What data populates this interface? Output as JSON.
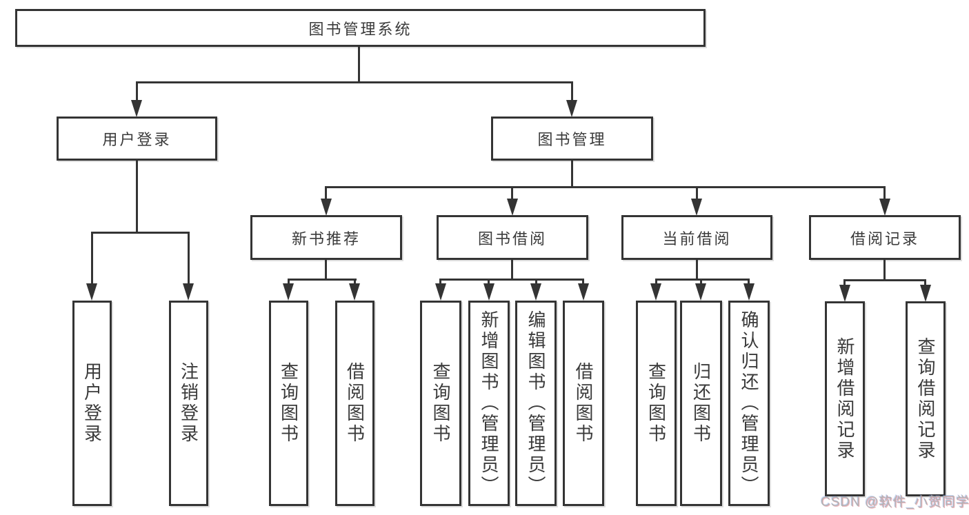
{
  "diagram": {
    "watermark": "CSDN @软件_小贺同学",
    "colors": {
      "stroke": "#343434",
      "text": "#3a3a3a",
      "watermark": "#b3b3b3"
    },
    "nodes": {
      "root": {
        "id": "library-management-system",
        "label": "图书管理系统"
      },
      "level2": [
        {
          "id": "user-login",
          "label": "用户登录",
          "parent": "library-management-system"
        },
        {
          "id": "book-management",
          "label": "图书管理",
          "parent": "library-management-system"
        }
      ],
      "level3": [
        {
          "id": "new-book-recommendation",
          "label": "新书推荐",
          "parent": "book-management"
        },
        {
          "id": "book-borrowing",
          "label": "图书借阅",
          "parent": "book-management"
        },
        {
          "id": "current-borrowing",
          "label": "当前借阅",
          "parent": "book-management"
        },
        {
          "id": "borrowing-records",
          "label": "借阅记录",
          "parent": "book-management"
        }
      ],
      "leaves": [
        {
          "id": "user-login-action",
          "label": "用户登录",
          "parent": "user-login"
        },
        {
          "id": "logout-action",
          "label": "注销登录",
          "parent": "user-login"
        },
        {
          "id": "query-books-recommend",
          "label": "查询图书",
          "parent": "new-book-recommendation"
        },
        {
          "id": "borrow-books-recommend",
          "label": "借阅图书",
          "parent": "new-book-recommendation"
        },
        {
          "id": "query-books-borrowing",
          "label": "查询图书",
          "parent": "book-borrowing"
        },
        {
          "id": "add-books-admin",
          "label": "新增图书（管理员）",
          "parent": "book-borrowing"
        },
        {
          "id": "edit-books-admin",
          "label": "编辑图书（管理员）",
          "parent": "book-borrowing"
        },
        {
          "id": "borrow-books",
          "label": "借阅图书",
          "parent": "book-borrowing"
        },
        {
          "id": "query-books-current",
          "label": "查询图书",
          "parent": "current-borrowing"
        },
        {
          "id": "return-books",
          "label": "归还图书",
          "parent": "current-borrowing"
        },
        {
          "id": "confirm-return-admin",
          "label": "确认归还（管理员）",
          "parent": "current-borrowing"
        },
        {
          "id": "add-borrowing-record",
          "label": "新增借阅记录",
          "parent": "borrowing-records"
        },
        {
          "id": "query-borrowing-record",
          "label": "查询借阅记录",
          "parent": "borrowing-records"
        }
      ]
    }
  }
}
